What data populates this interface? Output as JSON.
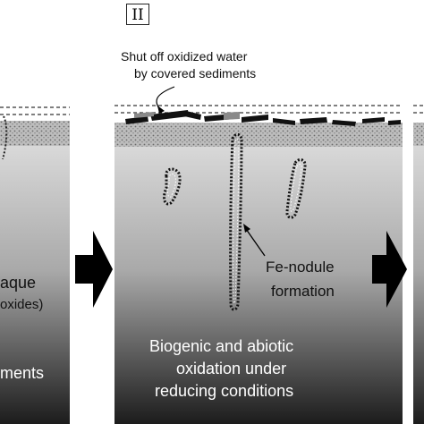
{
  "diagram": {
    "stage_label": "II",
    "annotation_top": [
      "Shut off oxidized water",
      "by covered sediments"
    ],
    "nodule_label": [
      "Fe-nodule",
      "formation"
    ],
    "center_caption": [
      "Biogenic and abiotic",
      "oxidation under",
      "reducing conditions"
    ],
    "left_panel_fragments": [
      "aque",
      "oxides)",
      "ments"
    ],
    "colors": {
      "water_line": "#333333",
      "sediment_top": "#b8b8b8",
      "gradient_top": "#d6d6d6",
      "gradient_bottom": "#1e1e1e",
      "arrow": "#000000"
    }
  }
}
